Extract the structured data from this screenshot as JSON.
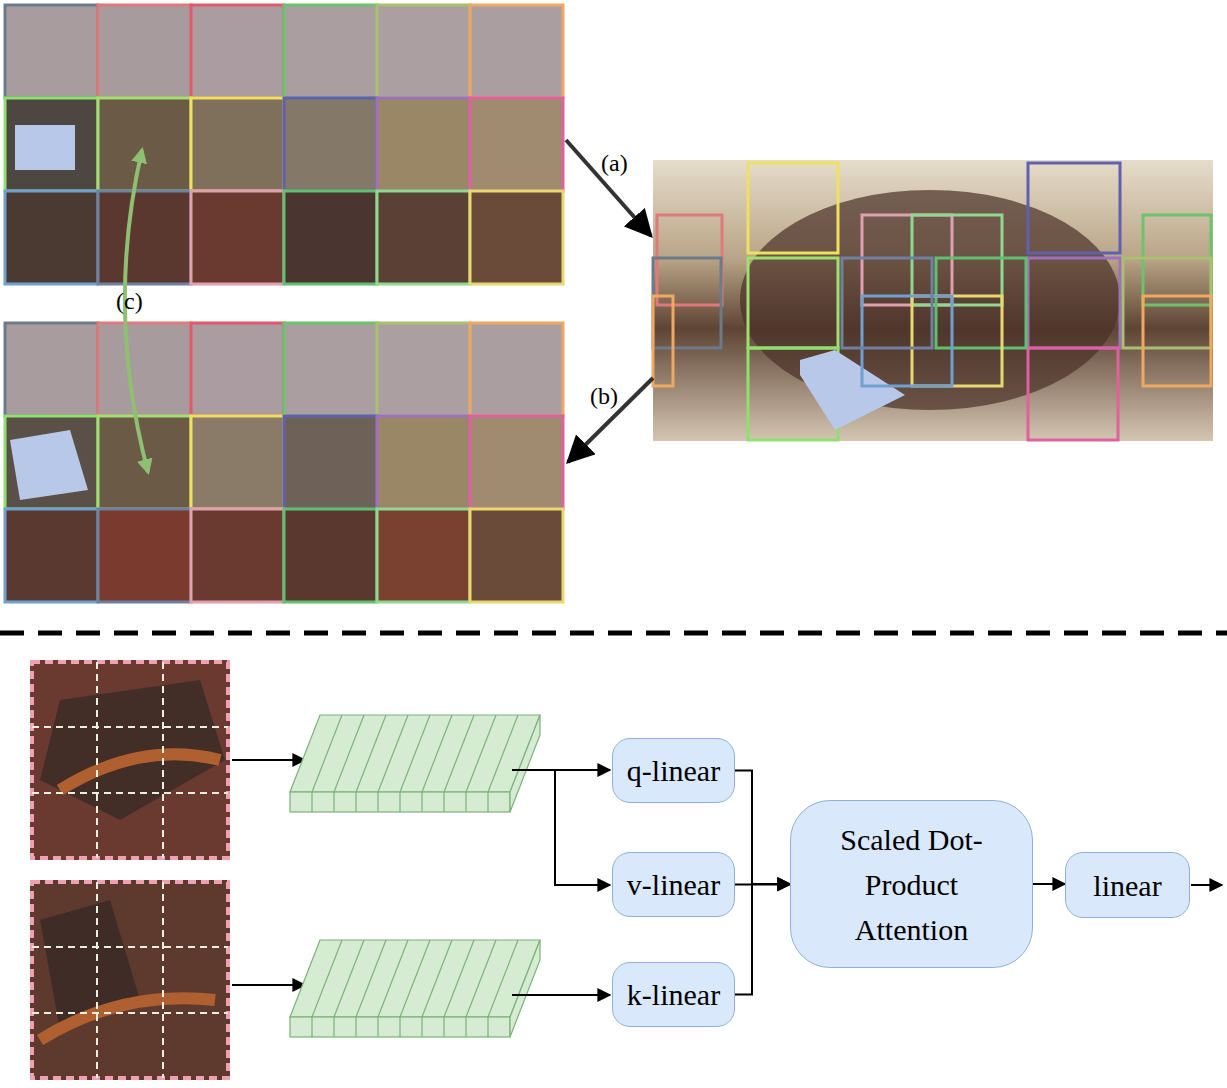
{
  "diagram": {
    "nodes": [
      {
        "text": [
          "q-linear"
        ]
      },
      {
        "text": [
          "v-linear"
        ]
      },
      {
        "text": [
          "k-linear"
        ]
      },
      {
        "text": [
          "Scaled Dot-Product Attention"
        ]
      },
      {
        "text": [
          "linear"
        ]
      }
    ],
    "edges": [
      {
        "from": 0,
        "to": 3,
        "arrow": "to"
      },
      {
        "from": 1,
        "to": 3,
        "arrow": "to"
      },
      {
        "from": 2,
        "to": 3,
        "arrow": "to"
      },
      {
        "from": 3,
        "to": 4,
        "arrow": "to"
      }
    ],
    "labels": [
      "(a)",
      "(b)",
      "(c)"
    ]
  }
}
